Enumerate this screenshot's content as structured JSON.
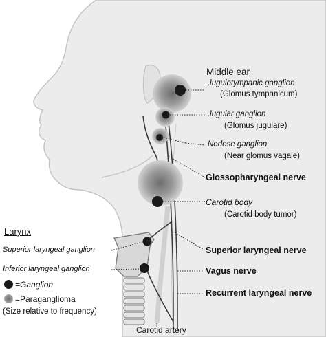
{
  "labels": {
    "middle_ear": "Middle ear",
    "jugulotympanic": "Jugulotympanic ganglion",
    "glomus_tympanicum": "(Glomus tympanicum)",
    "jugular_ganglion": "Jugular ganglion",
    "glomus_jugulare": "(Glomus jugulare)",
    "nodose_ganglion": "Nodose ganglion",
    "glomus_vagale": "(Near glomus vagale)",
    "glossopharyngeal": "Glossopharyngeal nerve",
    "carotid_body": "Carotid body",
    "carotid_body_tumor": "(Carotid body tumor)",
    "larynx": "Larynx",
    "superior_laryngeal_ganglion": "Superior laryngeal ganglion",
    "inferior_laryngeal_ganglion": "Inferior laryngeal ganglion",
    "superior_laryngeal_nerve": "Superior laryngeal nerve",
    "vagus_nerve": "Vagus nerve",
    "recurrent_laryngeal_nerve": "Recurrent laryngeal nerve",
    "carotid_artery": "Carotid artery"
  },
  "legend": {
    "ganglion": "=Ganglion",
    "paraganglioma": "=Paraganglioma",
    "size_note": "(Size relative to frequency)"
  },
  "colors": {
    "ganglion": "#1a1a1a",
    "paraganglioma": "#9a9a9a",
    "head_fill": "#ececec",
    "outline": "#b8b8b8",
    "nerve": "#3a3a3a"
  }
}
